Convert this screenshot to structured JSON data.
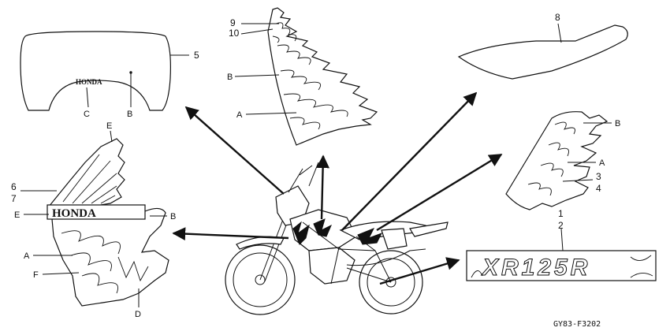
{
  "diagram_code": "GY83-F3202",
  "brand_text": "HONDA",
  "callouts": {
    "windscreen": {
      "part": "5",
      "labels": [
        "C",
        "B"
      ]
    },
    "front_flame": {
      "parts": [
        "9",
        "10"
      ],
      "labels": [
        "B",
        "A"
      ]
    },
    "seat": {
      "part": "8"
    },
    "side_flame": {
      "labels": [
        "B",
        "A"
      ],
      "parts": [
        "3",
        "4"
      ]
    },
    "tank_decal": {
      "parts": [
        "6",
        "7"
      ],
      "labels": [
        "E",
        "E",
        "B",
        "A",
        "F",
        "D"
      ]
    },
    "model_stripe": {
      "parts": [
        "1",
        "2"
      ]
    }
  },
  "model_text": "XR125R"
}
